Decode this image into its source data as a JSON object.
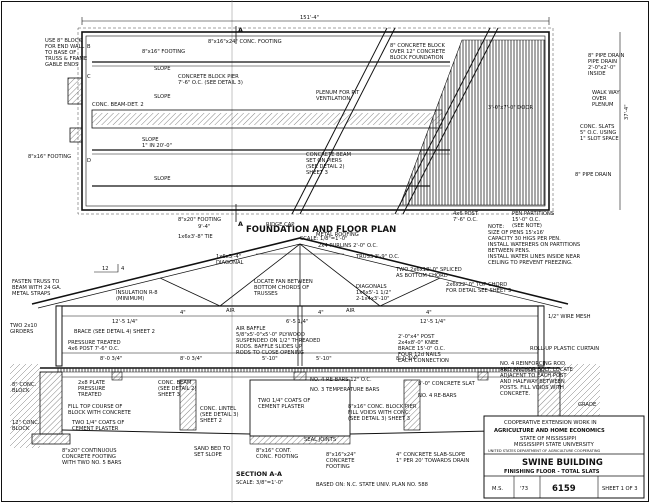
{
  "foundation_plan": {
    "title": "FOUNDATION AND FLOOR PLAN",
    "scale": "SCALE: 1/8\"=1'-0\"",
    "overall_length": "151'-4\"",
    "section_marker": "A",
    "labels": {
      "end_wall": [
        "USE 8\" BLOCK",
        "FOR END WALL",
        "TO BASE OF",
        "TRUSS & FRAME",
        "GABLE ENDS"
      ],
      "footing_top": "8\"x16\" FOOTING",
      "conc_footing_top": "8\"x16\"x24\" CONC. FOOTING",
      "block_pier": [
        "CONCRETE BLOCK PIER",
        "7'-6\" O.C. (SEE DETAIL 3)"
      ],
      "conc_beam": "CONC. BEAM-DET. 2",
      "footing_left": "8\"x16\" FOOTING",
      "footing_bottom": "8\"x20\" FOOTING",
      "slope": "SLOPE",
      "slope_pit": [
        "SLOPE",
        "1\" IN 20'-0\""
      ],
      "block_wall": [
        "8\" CONCRETE BLOCK",
        "OVER 12\" CONCRETE",
        "BLOCK FOUNDATION"
      ],
      "plenum": [
        "PLENUM FOR PIT",
        "VENTILATION"
      ],
      "beams_on_piers": [
        "CONCRETE BEAM",
        "SET ON PIERS",
        "(SEE DETAIL 2)",
        "SHEET 3"
      ],
      "door": "3'-0\"x7'-0\" DOOR",
      "pipe_drain": [
        "8\" PIPE DRAIN",
        "PIPE DRAIN",
        "2'-0\"x2'-0\"",
        "INSIDE"
      ],
      "walk_way": [
        "WALK WAY",
        "OVER",
        "PLENUM"
      ],
      "slats": [
        "CONC. SLATS",
        "5\" O.C. USING",
        "1\" SLOT SPACE"
      ],
      "pipe_drain_bottom": "8\" PIPE DRAIN",
      "post": [
        "4x6 POST",
        "7'-6\" O.C."
      ],
      "pen_partitions": [
        "PEN PARTITIONS",
        "15'-0\" O.C.",
        "(SEE NOTE)"
      ],
      "right_dim": "37'-4\"",
      "letter_b": "B",
      "letter_c": "C",
      "letter_d": "D"
    }
  },
  "section": {
    "title": "SECTION A-A",
    "scale": "SCALE: 3/8\"=1'-0\"",
    "based_on": "BASED ON: N.C. STATE UNIV. PLAN NO. 588",
    "labels": {
      "ridge_cap": "RIDGE CAP",
      "tie": "1x6x3'-8\" TIE",
      "half_span": "9'-4\"",
      "metal_roofing": "METAL ROOFING",
      "purlins": "2x4 PURLINS 2'-0\" O.C.",
      "truss": "TRUSS 3'-9\" O.C.",
      "diagonal": [
        "1x6x3'-4\"",
        "DIAGONAL"
      ],
      "fan": [
        "LOCATE FAN BETWEEN",
        "BOTTOM CHORDS OF",
        "TRUSSES"
      ],
      "fasten": [
        "FASTEN TRUSS TO",
        "BEAM WITH 24 GA.",
        "METAL STRAPS"
      ],
      "pitch_run": "12",
      "pitch_rise": "4",
      "insulation": [
        "INSULATION R-8",
        "(MINIMUM)"
      ],
      "two_splice": [
        "TWO 2x6x18'-0\" SPLICED",
        "AS BOTTOM CHORD"
      ],
      "diagonals": [
        "DIAGONALS",
        "1x6x5'-1 1/2\"",
        "2-1x4x3'-10\""
      ],
      "top_chord": [
        "2x6x22'-0\" TOP CHORD",
        "FOR DETAIL SEE SHEET 3"
      ],
      "air": "AIR",
      "air_baffle": [
        "AIR BAFFLE",
        "5/8\"x5'-0\"x5'-0\" PLYWOOD",
        "SUSPENDED ON 1/2\" THREADED",
        "RODS. BAFFLE SLIDES UP",
        "RODS TO CLOSE OPENING"
      ],
      "dim_12_left": "12'-5 1/4\"",
      "dim_12_right": "12'-5 1/4\"",
      "dim_mid": "6'-5 1/4\"",
      "dim_4_left": "4\"",
      "dim_4_mid": "4\"",
      "dim_4_right": "4\"",
      "brace": "BRACE (SEE DETAIL 4) SHEET 2",
      "wire_mesh": "1/2\" WIRE MESH",
      "two_girders": [
        "TWO 2x10",
        "GIRDERS"
      ],
      "pressure_treated_post": [
        "PRESSURE TREATED",
        "4x6 POST 7'-6\" O.C."
      ],
      "knee_brace": [
        "2'-0\"x4\" POST",
        "2x4x8'-0\" KNEE",
        "BRACE 15'-0\" O.C.",
        "FOUR 12d NAILS",
        "EACH CONNECTION"
      ],
      "roll_curtain": "ROLL-UP PLASTIC CURTAIN",
      "dim_8_left": "8'-0 3/4\"",
      "dim_8_mid": "8'-0 3/4\"",
      "dim_8_right": "8'-0 3/4\"",
      "dim_5_1": "5'-10\"",
      "dim_5_2": "5'-10\"",
      "plate": [
        "2x8 PLATE",
        "PRESSURE",
        "TREATED"
      ],
      "conc_beam": [
        "CONC. BEAM",
        "(SEE DETAIL 2)",
        "SHEET 3"
      ],
      "rebars_top": "NO. 4 RE-BARS 12\" O.C.",
      "temp_bars": "NO. 3 TEMPERATURE BARS",
      "slat": "8'-0\" CONCRETE SLAT",
      "rebar_note": [
        "NO. 4 REINFORCING ROD",
        "AND ANCHOR BOLT. LOCATE",
        "ADJACENT TO EACH POST",
        "AND HALFWAY BETWEEN",
        "POSTS. FILL VOIDS WITH",
        "CONCRETE."
      ],
      "grade": "GRADE",
      "conc_block_left": [
        "8\" CONC.",
        "BLOCK"
      ],
      "block_12": [
        "12\" CONC.",
        "BLOCK"
      ],
      "fill_top": [
        "FILL TOP COURSE OF",
        "BLOCK WITH CONCRETE"
      ],
      "two_coats_left": [
        "TWO 1/4\" COATS OF",
        "CEMENT PLASTER"
      ],
      "cont_footing": [
        "8\"x20\" CONTINUOUS",
        "CONCRETE FOOTING",
        "WITH TWO NO. 5 BARS"
      ],
      "lintel": [
        "CONC. LINTEL",
        "(SEE DETAIL 3)",
        "SHEET 2"
      ],
      "two_coats_mid": [
        "TWO 1/4\" COATS OF",
        "CEMENT PLASTER"
      ],
      "sand_bed": [
        "SAND BED TO",
        "SET SLOPE"
      ],
      "cont_footing_mid": [
        "8\"x16\" CONT.",
        "CONC. FOOTING"
      ],
      "seal_joints": "SEAL JOINTS",
      "rebars_mid": "NO. 4 RE-BARS",
      "block_pier": [
        "8\"x16\" CONC. BLOCK PIER",
        "FILL VOIDS WITH CONC.",
        "(SEE DETAIL 3) SHEET 3"
      ],
      "pier_footing": [
        "8\"x16\"x24\"",
        "CONCRETE",
        "FOOTING"
      ],
      "slab_slope": [
        "4\" CONCRETE SLAB-SLOPE",
        "1\" PER 20' TOWARDS DRAIN"
      ]
    }
  },
  "note": {
    "head": "NOTE:",
    "lines": [
      "SIZE OF PENS 15'x16'",
      "CAPACITY 30 HIGS PER PEN.",
      "INSTALL WATERERS ON PARTITIONS",
      "BETWEEN PENS.",
      "INSTALL WATER LINES INSIDE NEAR",
      "CEILING TO PREVENT FREEZING."
    ]
  },
  "title_block": {
    "org": [
      "COOPERATIVE EXTENSION WORK IN",
      "AGRICULTURE AND HOME ECONOMICS",
      "STATE OF MISSISSIPPI",
      "MISSISSIPPI STATE UNIVERSITY",
      "UNITED STATES DEPARTMENT OF AGRICULTURE COOPERATING"
    ],
    "title": "SWINE BUILDING",
    "subtitle": "FINISHING FLOOR - TOTAL SLATS",
    "series": "M.S.",
    "year": "'73",
    "number": "6159",
    "sheet": "SHEET 1 OF 3"
  }
}
